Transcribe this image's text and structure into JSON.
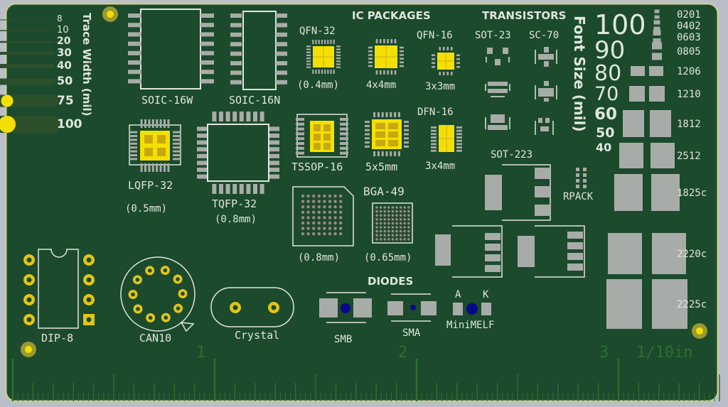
{
  "colors": {
    "board": "#1c4a2c",
    "edge": "#c8cc9a",
    "silk": "#dfe6dd",
    "pad": "#a8aca8",
    "copper": "#e3c418",
    "gold": "#f4e000",
    "via": "#06088a",
    "trace": "#2c4f2c",
    "ruler_major": "#2e6e30"
  },
  "trace_width": {
    "title": "Trace Width (mil)",
    "rows": [
      "8",
      "10",
      "20",
      "30",
      "40",
      "50",
      "75",
      "100"
    ]
  },
  "ic_packages": {
    "title": "IC PACKAGES",
    "soic16w": "SOIC-16W",
    "soic16n": "SOIC-16N",
    "qfn32": "QFN-32",
    "qfn32_pitch": "(0.4mm)",
    "qfn_4x4": "4x4mm",
    "qfn16": "QFN-16",
    "qfn_3x3": "3x3mm",
    "dfn16": "DFN-16",
    "dfn_3x4": "3x4mm",
    "lqfp32": "LQFP-32",
    "lqfp32_pitch": "(0.5mm)",
    "tqfp32": "TQFP-32",
    "tqfp32_pitch": "(0.8mm)",
    "tssop16": "TSSOP-16",
    "qfn_5x5": "5x5mm",
    "bga49": "BGA-49",
    "bga_08": "(0.8mm)",
    "bga_065": "(0.65mm)"
  },
  "transistors": {
    "title": "TRANSISTORS",
    "sot23": "SOT-23",
    "sc70": "SC-70",
    "sot223": "SOT-223",
    "rpack": "RPACK"
  },
  "font_size": {
    "title": "Font Size (mil)",
    "sizes": [
      "100",
      "90",
      "80",
      "70",
      "60",
      "50",
      "40"
    ]
  },
  "passives": [
    "0201",
    "0402",
    "0603",
    "0805",
    "1206",
    "1210",
    "1812",
    "2512",
    "1825c",
    "2220c",
    "2225c"
  ],
  "diodes": {
    "title": "DIODES",
    "smb": "SMB",
    "sma": "SMA",
    "minimelf": "MiniMELF",
    "anode": "A",
    "cathode": "K"
  },
  "through_hole": {
    "dip8": "DIP-8",
    "can10": "CAN10",
    "crystal": "Crystal"
  },
  "ruler": {
    "marks": [
      "1",
      "2",
      "3"
    ],
    "unit": "1/10in"
  }
}
